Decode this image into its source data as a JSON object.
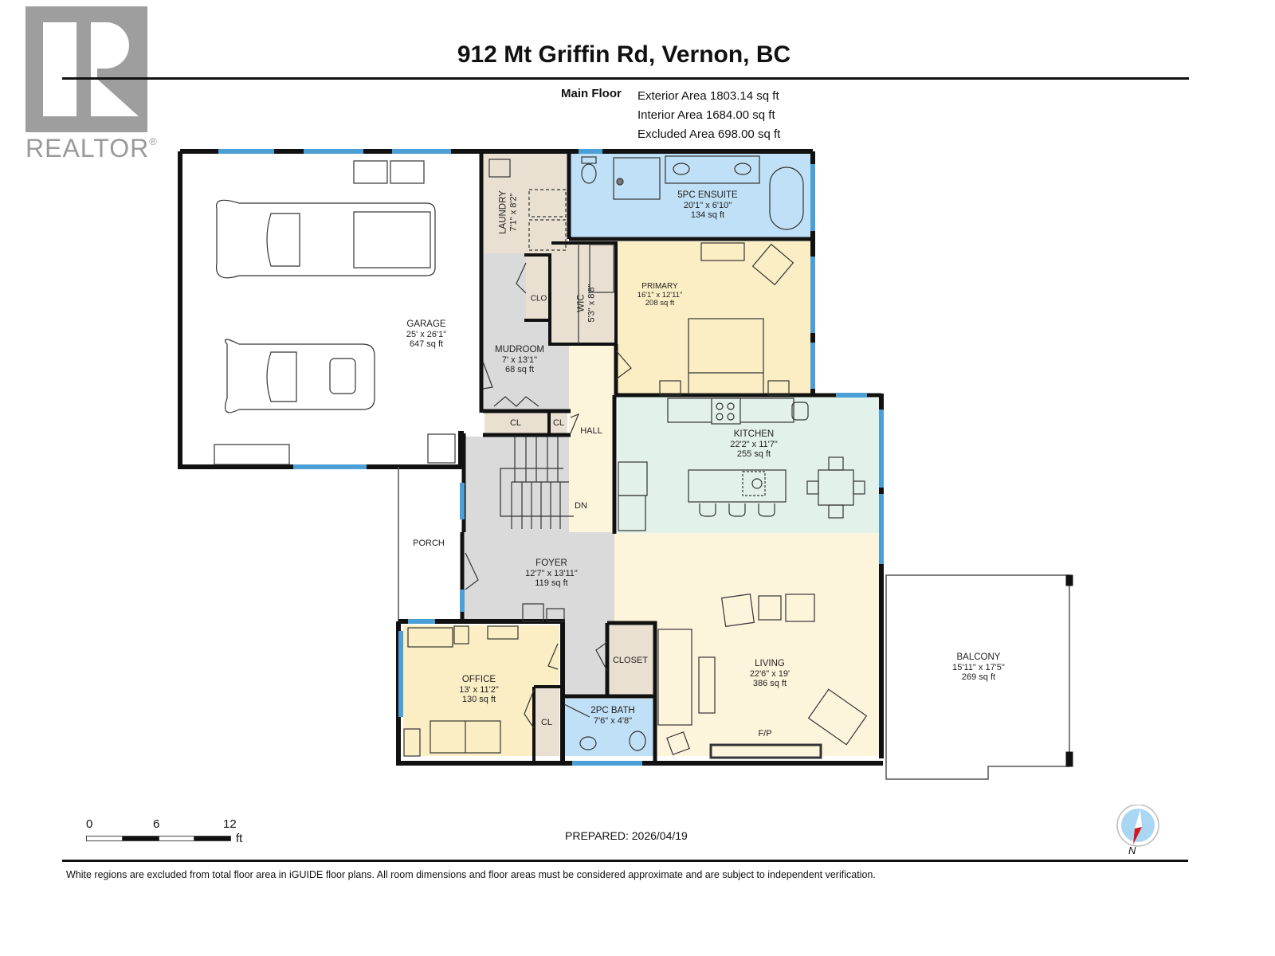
{
  "logo": {
    "brand": "REALTOR",
    "mark": "®"
  },
  "header": {
    "title": "912 Mt Griffin Rd, Vernon, BC",
    "floor_label": "Main Floor",
    "exterior_area": "Exterior Area 1803.14 sq ft",
    "interior_area": "Interior Area 1684.00 sq ft",
    "excluded_area": "Excluded Area 698.00 sq ft"
  },
  "colors": {
    "wall": "#111111",
    "window": "#4a9fd6",
    "bath_blue": "#bfe0f6",
    "living_cream": "#fdf4dc",
    "bedroom_yellow": "#fbeec4",
    "utility_tan": "#e9e0d2",
    "hall_gray": "#dadada",
    "kitchen_mint": "#e2f2ea",
    "excluded_white": "#ffffff"
  },
  "rooms": {
    "garage": {
      "name": "GARAGE",
      "dims": "25' x 26'1\"",
      "area": "647 sq ft"
    },
    "laundry": {
      "name": "LAUNDRY",
      "dims": "7'1\" x 8'2\""
    },
    "ensuite": {
      "name": "5PC ENSUITE",
      "dims": "20'1\" x 6'10\"",
      "area": "134 sq ft"
    },
    "wic": {
      "name": "WIC",
      "dims": "5'3\" x 8'8\""
    },
    "primary": {
      "name": "PRIMARY",
      "dims": "16'1\" x 12'11\"",
      "area": "208 sq ft"
    },
    "mudroom": {
      "name": "MUDROOM",
      "dims": "7' x 13'1\"",
      "area": "68 sq ft"
    },
    "kitchen": {
      "name": "KITCHEN",
      "dims": "22'2\" x 11'7\"",
      "area": "255 sq ft"
    },
    "foyer": {
      "name": "FOYER",
      "dims": "12'7\" x 13'11\"",
      "area": "119 sq ft"
    },
    "office": {
      "name": "OFFICE",
      "dims": "13' x 11'2\"",
      "area": "130 sq ft"
    },
    "bath2": {
      "name": "2PC BATH",
      "dims": "7'6\" x 4'8\""
    },
    "living": {
      "name": "LIVING",
      "dims": "22'6\" x 19'",
      "area": "386 sq ft"
    },
    "balcony": {
      "name": "BALCONY",
      "dims": "15'11\" x 17'5\"",
      "area": "269 sq ft"
    }
  },
  "small_labels": {
    "clo": "CLO",
    "cl_mud": "CL",
    "cl_hall": "CL",
    "hall": "HALL",
    "dn": "DN",
    "porch": "PORCH",
    "closet": "CLOSET",
    "cl_office": "CL",
    "fp": "F/P"
  },
  "scale": {
    "t0": "0",
    "t6": "6",
    "t12": "12",
    "unit": "ft"
  },
  "prepared": "PREPARED: 2026/04/19",
  "compass": {
    "label": "N"
  },
  "footer": "White regions are excluded from total floor area in iGUIDE floor plans. All room dimensions and floor areas must be considered approximate and are subject to independent verification."
}
